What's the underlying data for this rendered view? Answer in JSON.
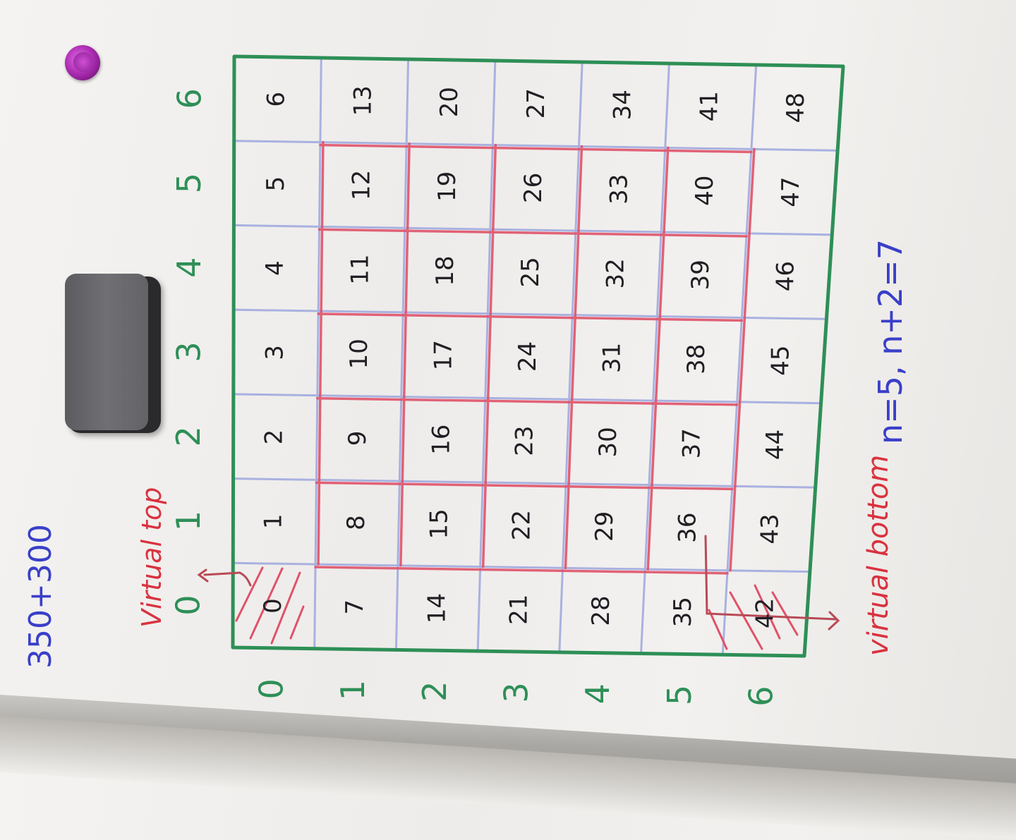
{
  "top_left_note": "350+300",
  "label_virtual_top": "Virtual top",
  "label_virtual_bottom": "virtual bottom",
  "formula": "n=5, n+2=7",
  "column_indices": [
    "0",
    "1",
    "2",
    "3",
    "4",
    "5",
    "6"
  ],
  "row_indices": [
    "0",
    "1",
    "2",
    "3",
    "4",
    "5",
    "6"
  ],
  "grid_rows": [
    [
      "0",
      "1",
      "2",
      "3",
      "4",
      "5",
      "6"
    ],
    [
      "7",
      "8",
      "9",
      "10",
      "11",
      "12",
      "13"
    ],
    [
      "14",
      "15",
      "16",
      "17",
      "18",
      "19",
      "20"
    ],
    [
      "21",
      "22",
      "23",
      "24",
      "25",
      "26",
      "27"
    ],
    [
      "28",
      "29",
      "30",
      "31",
      "32",
      "33",
      "34"
    ],
    [
      "35",
      "36",
      "37",
      "38",
      "39",
      "40",
      "41"
    ],
    [
      "42",
      "43",
      "44",
      "45",
      "46",
      "47",
      "48"
    ]
  ],
  "colors": {
    "green_marker": "#2e8f57",
    "red_marker": "#e0526a",
    "blue_marker": "#3a3fc8",
    "lavender_lines": "#a9b1e0",
    "dark_ink": "#1f1f24"
  }
}
